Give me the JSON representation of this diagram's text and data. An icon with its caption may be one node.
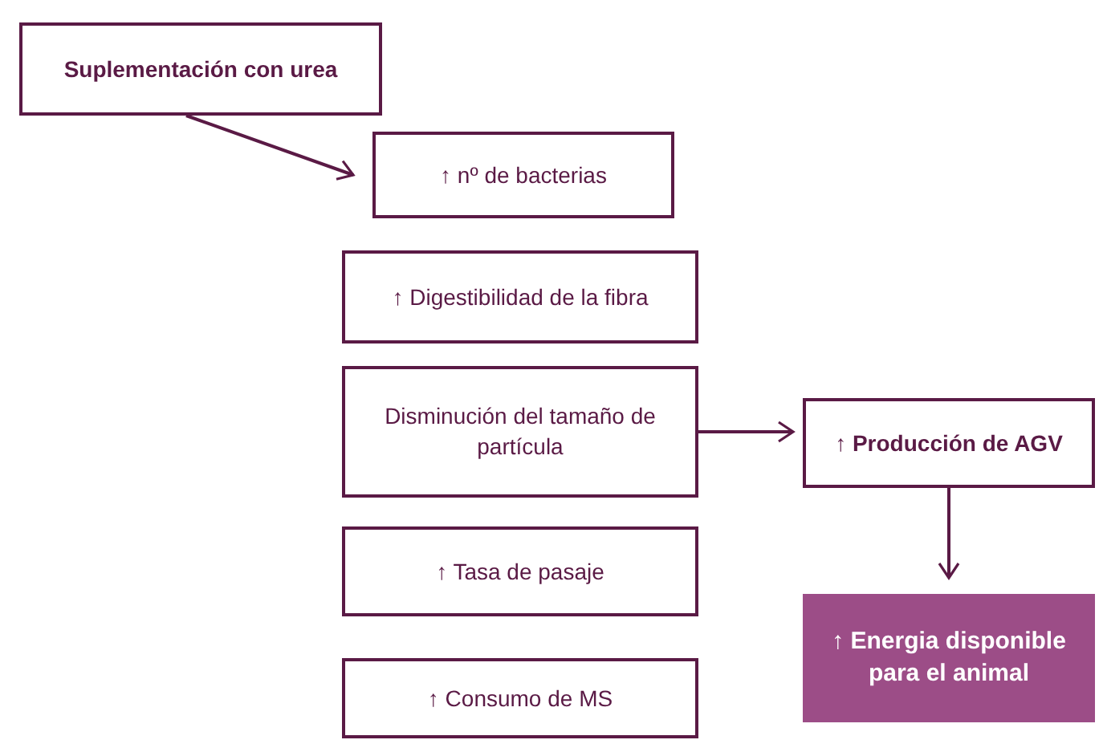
{
  "diagram": {
    "nodes": [
      {
        "text": [
          "Suplementación con urea"
        ]
      },
      {
        "text": [
          "↑ nº de bacterias"
        ]
      },
      {
        "text": [
          "↑ Digestibilidad de la fibra"
        ]
      },
      {
        "text": [
          "Disminución del tamaño de partícula"
        ]
      },
      {
        "text": [
          "↑ Tasa de pasaje"
        ]
      },
      {
        "text": [
          "↑ Consumo de MS"
        ]
      },
      {
        "text": [
          "↑ Producción de AGV"
        ]
      },
      {
        "text": [
          "↑ Energia disponible para el animal"
        ]
      }
    ],
    "edges": [
      {
        "from": 0,
        "to": 1,
        "arrow": "to"
      },
      {
        "from": 3,
        "to": 6,
        "arrow": "to"
      },
      {
        "from": 6,
        "to": 7,
        "arrow": "to"
      }
    ]
  }
}
